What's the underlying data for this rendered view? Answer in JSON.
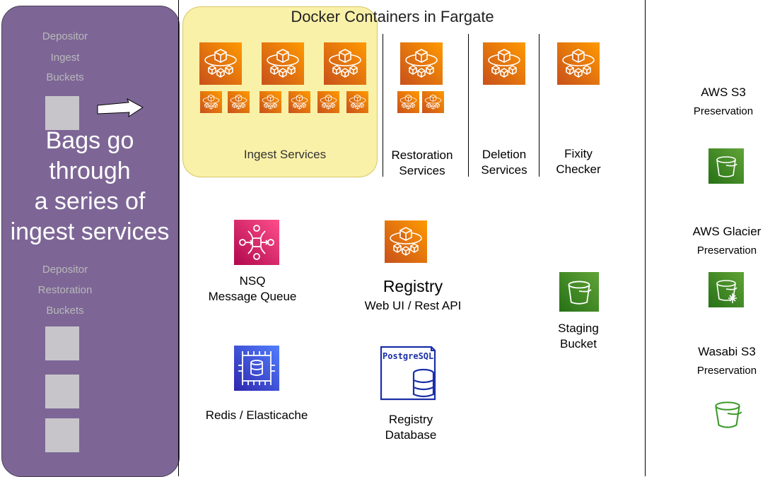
{
  "title": "Docker Containers in Fargate",
  "left_panel": {
    "banner_text": [
      "Bags go",
      "through",
      "a series of",
      "ingest services"
    ],
    "depositor_ingest": [
      "Depositor",
      "Ingest",
      "Buckets"
    ],
    "depositor_restoration": [
      "Depositor",
      "Restoration",
      "Buckets"
    ]
  },
  "services": {
    "ingest": "Ingest Services",
    "restoration": [
      "Restoration",
      "Services"
    ],
    "deletion": [
      "Deletion",
      "Services"
    ],
    "fixity": [
      "Fixity",
      "Checker"
    ]
  },
  "components": {
    "nsq": [
      "NSQ",
      "Message Queue"
    ],
    "registry_title": "Registry",
    "registry_sub": "Web UI / Rest API",
    "staging": [
      "Staging",
      "Bucket"
    ],
    "redis": "Redis / Elasticache",
    "postgres_label": "PostgreSQL",
    "registry_db": [
      "Registry",
      "Database"
    ]
  },
  "storage": {
    "s3": [
      "AWS S3",
      "Preservation"
    ],
    "glacier": [
      "AWS Glacier",
      "Preservation"
    ],
    "wasabi": [
      "Wasabi S3",
      "Preservation"
    ]
  },
  "icons": [
    "cube-icon",
    "bucket-icon",
    "glacier-bucket-icon",
    "nsq-icon",
    "redis-icon",
    "postgresql-icon",
    "arrow-icon"
  ],
  "colors": {
    "purple": "#7d6696",
    "highlight": "#faf1a8",
    "orange_dark": "#c8511b",
    "orange_light": "#ff9900",
    "green_dark": "#277116",
    "green_light": "#60a337",
    "pink": "#f34482",
    "blue": "#3f48cc",
    "postgres_blue": "#1a2fa8"
  }
}
